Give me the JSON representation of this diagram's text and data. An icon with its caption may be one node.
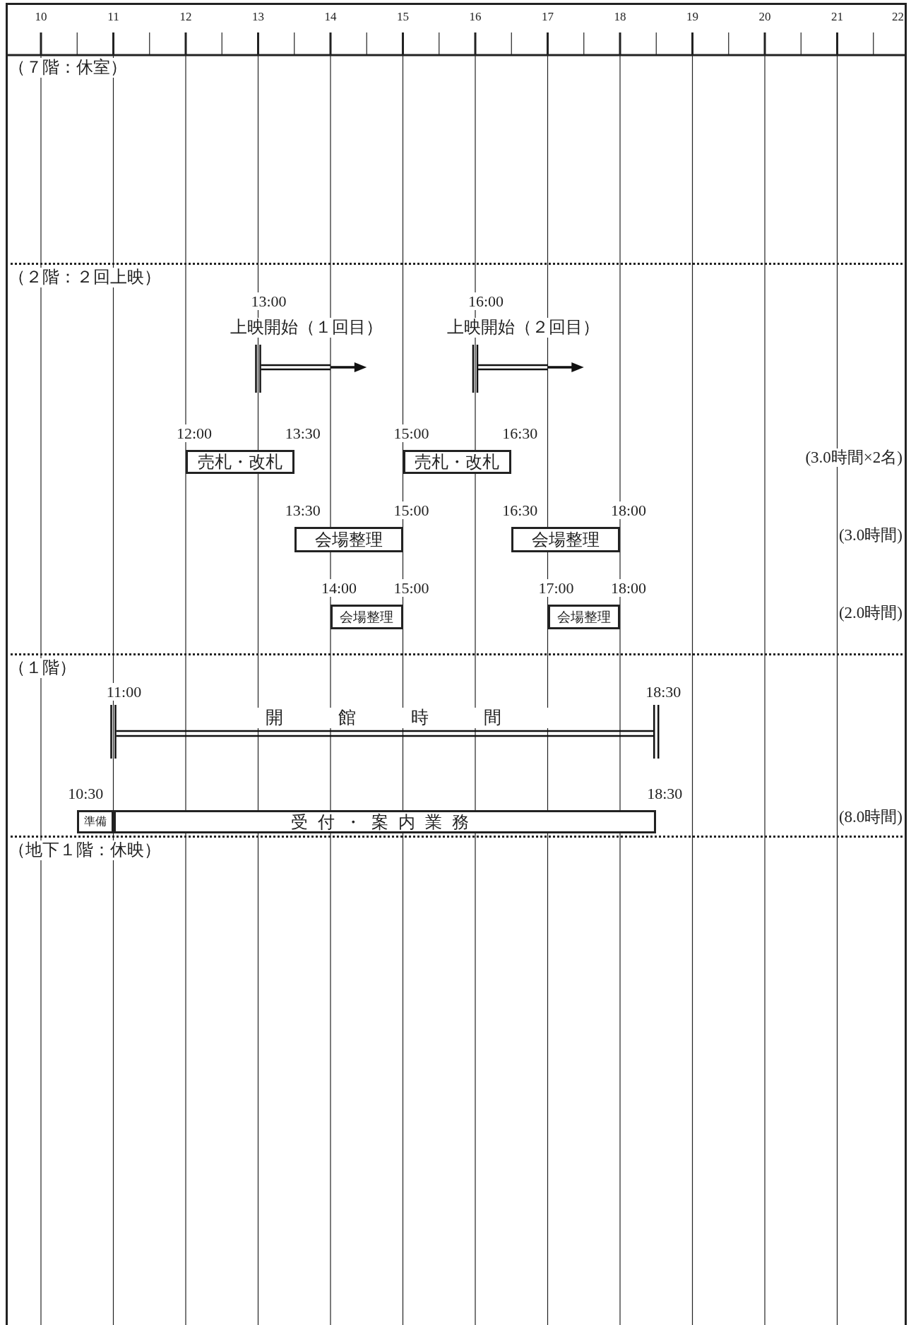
{
  "diagram": {
    "nodes": [
      {
        "text": [
          "（７階：休室）"
        ]
      },
      {
        "text": [
          "（２階：２回上映）"
        ]
      },
      {
        "text": [
          "売札・改札"
        ],
        "in": 1,
        "beside": [
          "12:00",
          "13:30"
        ]
      },
      {
        "text": [
          "売札・改札"
        ],
        "in": 1,
        "beside": [
          "15:00",
          "16:30"
        ]
      },
      {
        "text": [
          "会場整理"
        ],
        "in": 1,
        "beside": [
          "13:30",
          "15:00"
        ]
      },
      {
        "text": [
          "会場整理"
        ],
        "in": 1,
        "beside": [
          "16:30",
          "18:00"
        ]
      },
      {
        "text": [
          "会場整理"
        ],
        "in": 1,
        "beside": [
          "14:00",
          "15:00"
        ]
      },
      {
        "text": [
          "会場整理"
        ],
        "in": 1,
        "beside": [
          "17:00",
          "18:00"
        ]
      },
      {
        "text": [
          "（１階）"
        ]
      },
      {
        "text": [
          "準備"
        ],
        "in": 8,
        "beside": [
          "10:30"
        ]
      },
      {
        "text": [
          "受付・案内業務"
        ],
        "in": 8,
        "beside": [
          "18:30"
        ]
      },
      {
        "text": [
          "（地下１階：休映）"
        ]
      }
    ],
    "labels": [
      "10",
      "11",
      "12",
      "13",
      "14",
      "15",
      "16",
      "17",
      "18",
      "19",
      "20",
      "21",
      "22",
      "13:00",
      "上映開始（１回目）",
      "16:00",
      "上映開始（２回目）",
      "(3.0時間×2名)",
      "(3.0時間)",
      "(2.0時間)",
      "11:00",
      "開館時間",
      "18:30",
      "(8.0時間)"
    ]
  }
}
